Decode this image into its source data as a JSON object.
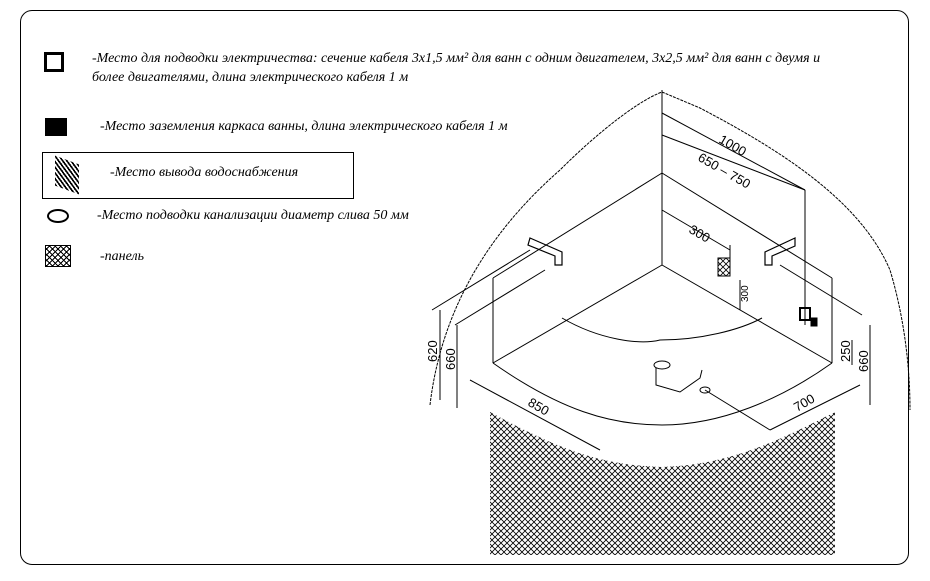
{
  "legend": {
    "electric": "-Место для подводки электричества: сечение кабеля 3x1,5 мм² для ванн с одним двигателем, 3x2,5 мм² для ванн с двумя и",
    "electric_2": "более двигателями, длина электрического кабеля 1 м",
    "ground": "-Место заземления каркаса ванны, длина электрического кабеля 1 м",
    "water": "-Место вывода водоснабжения",
    "drain": "-Место подводки канализации диаметр слива 50 мм",
    "panel": "-панель"
  },
  "dimensions": {
    "d1000": "1000",
    "d650_750": "650 – 750",
    "d300": "300",
    "d300v": "300",
    "d620": "620",
    "d660_left": "660",
    "d850": "850",
    "d700": "700",
    "d250": "250",
    "d660_right": "660"
  }
}
